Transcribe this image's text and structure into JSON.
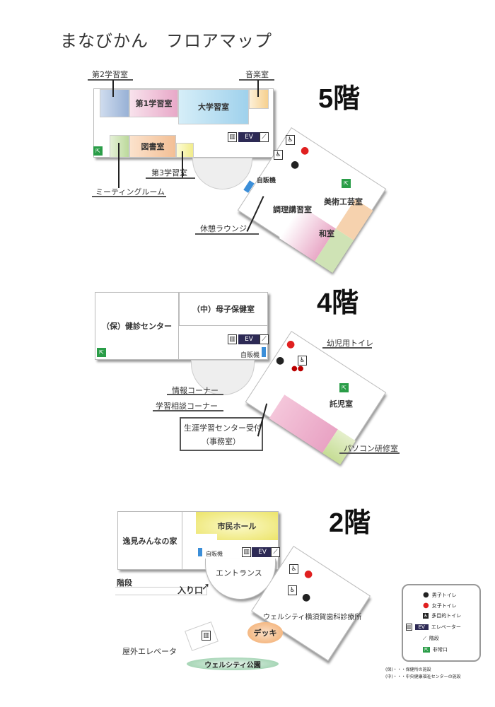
{
  "title": "まなびかん　フロアマップ",
  "f5": {
    "label": "5階",
    "rooms": {
      "study2": "第2学習室",
      "study1": "第1学習室",
      "univ": "大学習室",
      "music": "音楽室",
      "library": "図書室",
      "study3": "第3学習室",
      "meeting": "ミーティングルーム",
      "vending": "自販機",
      "lounge": "休憩ラウンジ",
      "cooking": "調理講習室",
      "arts": "美術工芸室",
      "japanese": "和室"
    },
    "ev": "EV"
  },
  "f4": {
    "label": "4階",
    "rooms": {
      "checkup": "（保）健診センター",
      "maternal": "（中）母子保健室",
      "vending": "自販機",
      "kids_toilet": "幼児用トイレ",
      "info": "情報コーナー",
      "consult": "学習相談コーナー",
      "reception": "生涯学習センター受付",
      "office": "（事務室）",
      "childcare": "託児室",
      "pc": "パソコン研修室"
    },
    "ev": "EV"
  },
  "f2": {
    "label": "2階",
    "rooms": {
      "minna": "逸見みんなの家",
      "hall": "市民ホール",
      "vending": "自販機",
      "entrance": "エントランス",
      "stairs": "階段",
      "entry": "入り口",
      "clinic": "ウェルシティ横須賀歯科診療所",
      "deck": "デッキ",
      "outdoor_ev": "屋外エレベータ",
      "park": "ウェルシティ公園"
    },
    "ev": "EV"
  },
  "legend": {
    "items": [
      {
        "icon": "male-toilet",
        "label": "男子トイレ"
      },
      {
        "icon": "female-toilet",
        "label": "女子トイレ"
      },
      {
        "icon": "accessible-toilet",
        "label": "多目的トイレ"
      },
      {
        "icon": "elevator",
        "label": "エレベーター",
        "badge": "EV"
      },
      {
        "icon": "stairs",
        "label": "階段"
      },
      {
        "icon": "emergency-exit",
        "label": "非常口"
      }
    ],
    "notes": [
      "(保)・・・保健所の施設",
      "(中)・・・中央健康福祉センターの施設"
    ]
  },
  "colors": {
    "ev": "#2d2a55",
    "exit": "#2a9d48",
    "female": "#e02020",
    "vending": "#3b8ed8"
  }
}
